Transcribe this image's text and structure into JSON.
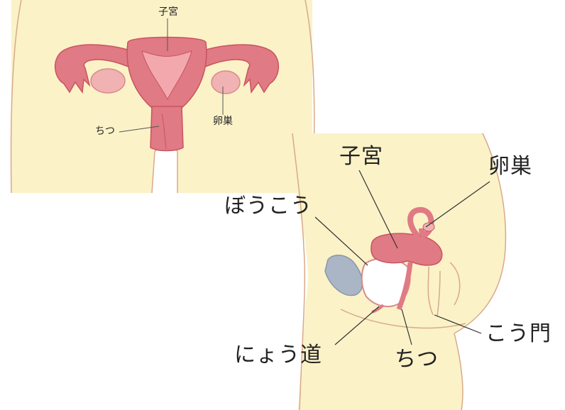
{
  "front_view": {
    "labels": {
      "uterus": "子宮",
      "ovary": "卵巣",
      "vagina": "ちつ"
    }
  },
  "side_view": {
    "labels": {
      "uterus": "子宮",
      "ovary": "卵巣",
      "bladder": "ぼうこう",
      "urethra": "にょう道",
      "vagina": "ちつ",
      "anus": "こう門"
    }
  },
  "colors": {
    "skin": "#fbf2c8",
    "outline": "#d9a98a",
    "organ": "#e07a84",
    "organ_dark": "#c9545f",
    "organ_light": "#f0b2b2",
    "bladder": "#ffffff",
    "pubic_bone": "#aab5c6"
  }
}
